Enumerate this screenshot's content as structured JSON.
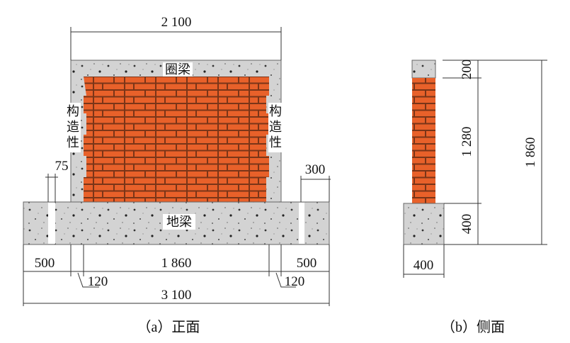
{
  "front": {
    "labels": {
      "ring_beam": "圈梁",
      "column_left": [
        "构",
        "造",
        "性"
      ],
      "column_right": [
        "构",
        "造",
        "性"
      ],
      "ground_beam": "地梁"
    },
    "dimensions": {
      "top_width": "2 100",
      "slot_width": "75",
      "slot_offset": "300",
      "left_overhang": "500",
      "wall_length": "1 860",
      "right_overhang": "500",
      "column_left": "120",
      "column_right": "120",
      "total_length": "3 100"
    },
    "caption": "（a）正面"
  },
  "side": {
    "dimensions": {
      "ring_beam_height": "200",
      "wall_height": "1 280",
      "ground_beam_height": "400",
      "total_height": "1 860",
      "base_width": "400"
    },
    "caption": "（b）侧面"
  },
  "colors": {
    "brick": "#e8612a",
    "mortar": "#7a3518",
    "concrete": "#d3d3d3"
  }
}
